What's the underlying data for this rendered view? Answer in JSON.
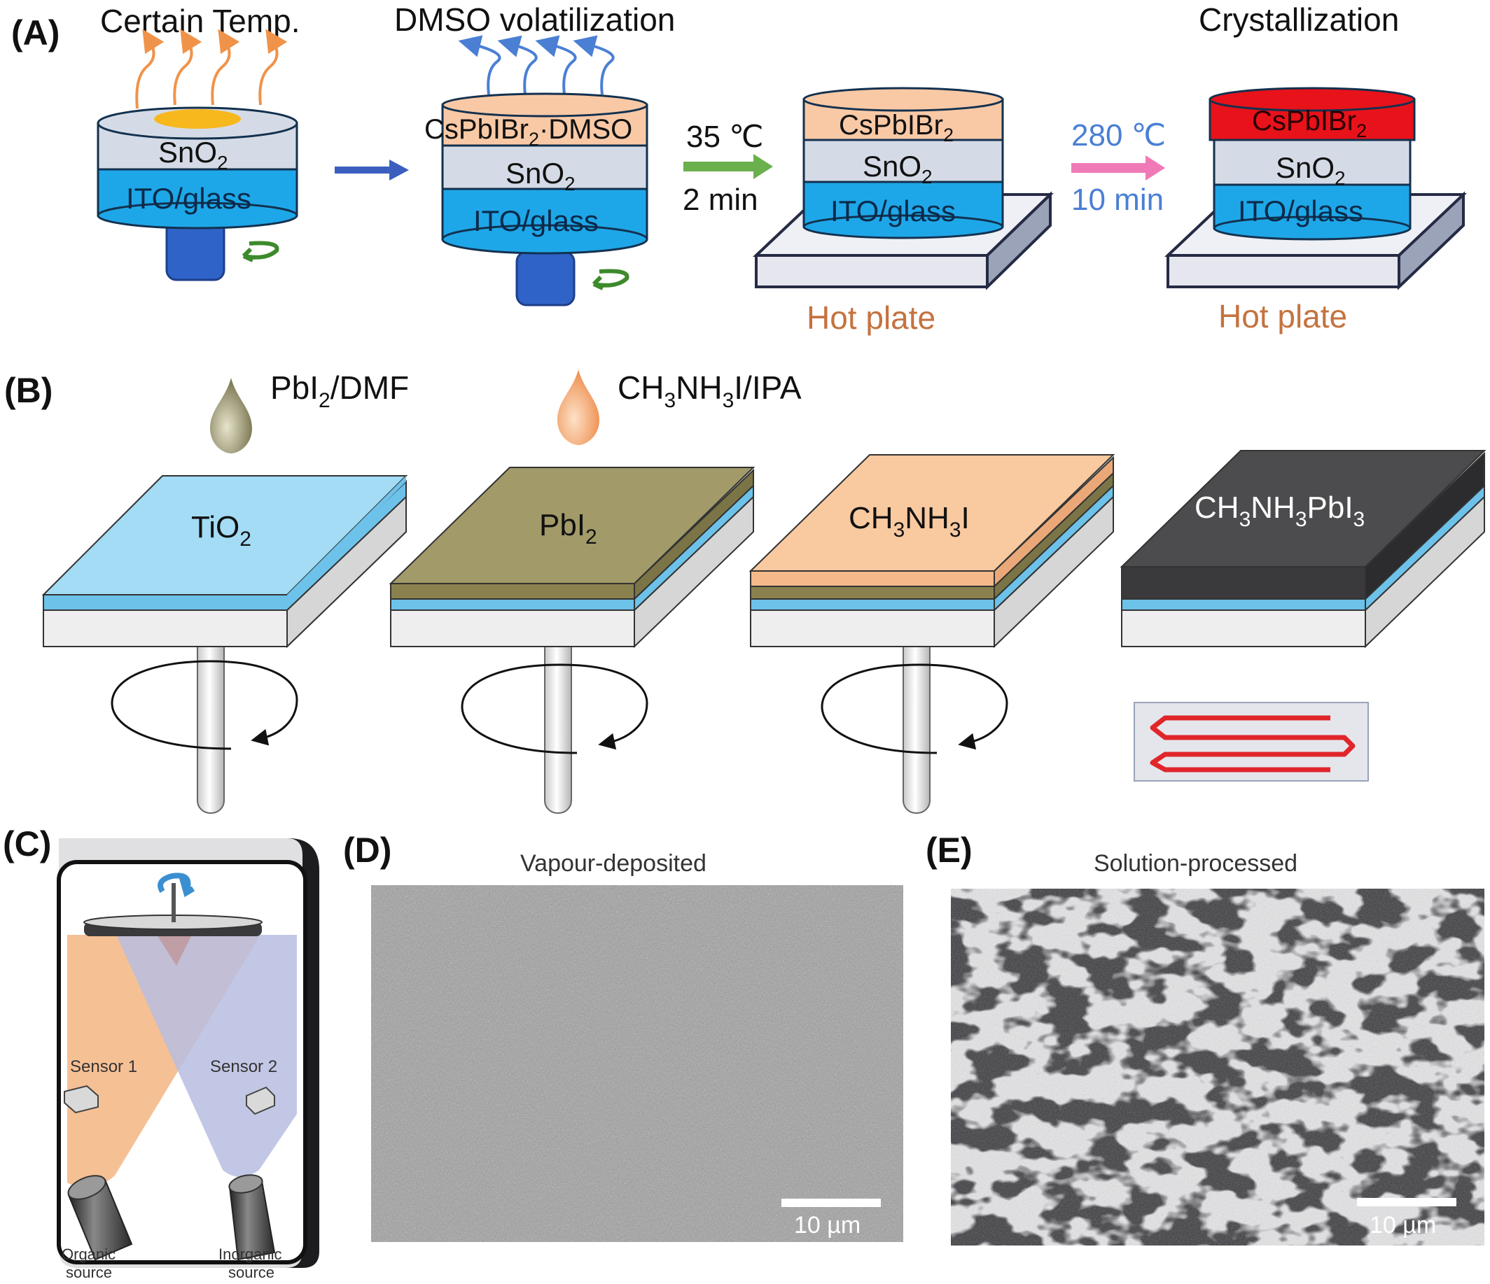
{
  "panel_labels": {
    "a": "(A)",
    "b": "(B)",
    "c": "(C)",
    "d": "(D)",
    "e": "(E)"
  },
  "panel_a": {
    "step1_title": "Certain Temp.",
    "step2_title": "DMSO volatilization",
    "step4_title": "Crystallization",
    "layer_sno2": "SnO",
    "layer_ito": "ITO/glass",
    "layer_intermediate_a": "CsPbIBr",
    "layer_intermediate_b": "·DMSO",
    "layer_film": "CsPbIBr",
    "sub2": "2",
    "anneal1_temp": "35 ℃",
    "anneal1_time": "2 min",
    "anneal2_temp": "280 ℃",
    "anneal2_time": "10 min",
    "hot_plate": "Hot plate",
    "colors": {
      "heat": "#f0934a",
      "vapour": "#4a7fd4",
      "arrow_green": "#6ab04c",
      "arrow_pink": "#f07ab8",
      "arrow_blue": "#3b5fbf",
      "film_orange": "#f9c9a6",
      "film_red": "#e8121a",
      "ito": "#1ea7e8",
      "sno2": "#d5dbe6"
    }
  },
  "panel_b": {
    "drop1_label": "PbI",
    "drop1_sub": "2",
    "drop1_rest": "/DMF",
    "drop2_a": "CH",
    "drop2_s1": "3",
    "drop2_b": "NH",
    "drop2_s2": "3",
    "drop2_c": "I/IPA",
    "layer1": "TiO",
    "layer1_sub": "2",
    "layer2": "PbI",
    "layer2_sub": "2",
    "layer3_a": "CH",
    "layer3_s1": "3",
    "layer3_b": "NH",
    "layer3_s2": "3",
    "layer3_c": "I",
    "layer4_a": "CH",
    "layer4_s1": "3",
    "layer4_b": "NH",
    "layer4_s2": "3",
    "layer4_c": "PbI",
    "layer4_s3": "3",
    "colors": {
      "tio2": "#a3dcf4",
      "pbi2": "#a29a68",
      "mai": "#f9c9a0",
      "perovskite": "#4c4c4e",
      "heater_line": "#e0262a"
    }
  },
  "panel_c": {
    "sensor1": "Sensor 1",
    "sensor2": "Sensor 2",
    "organic_1": "Organic",
    "organic_2": "source",
    "inorganic_1": "Inorganic",
    "inorganic_2": "source",
    "colors": {
      "organic_beam": "#f5b98a",
      "inorganic_beam": "#b7bde0"
    }
  },
  "panel_d": {
    "title": "Vapour-deposited",
    "scale": "10 µm"
  },
  "panel_e": {
    "title": "Solution-processed",
    "scale": "10 µm"
  }
}
